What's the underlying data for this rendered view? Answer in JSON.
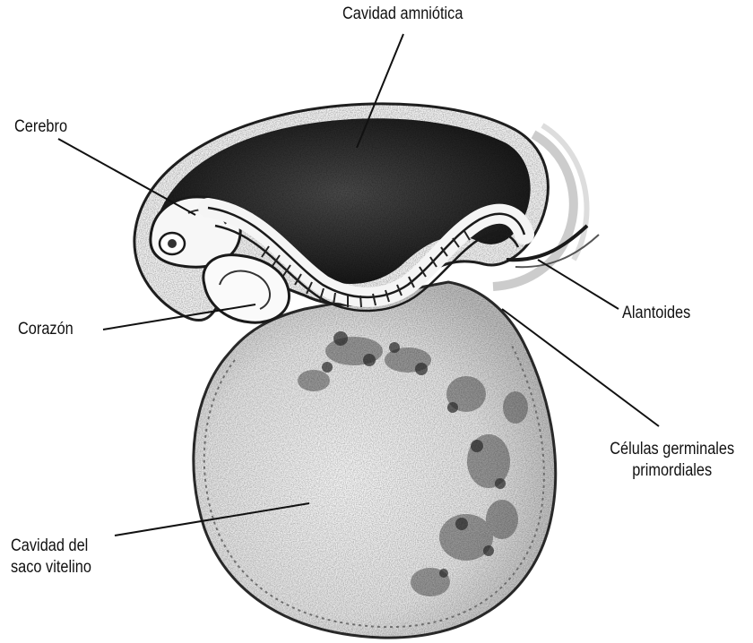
{
  "labels": {
    "amniotic_cavity": "Cavidad amniótica",
    "brain": "Cerebro",
    "heart": "Corazón",
    "allantois": "Alantoides",
    "germ_cells_line1": "Células germinales",
    "germ_cells_line2": "primordiales",
    "yolk_sac_line1": "Cavidad del",
    "yolk_sac_line2": "saco vitelino"
  },
  "colors": {
    "ink": "#111111",
    "background": "#ffffff",
    "cavity_dark": "#1c1c1c",
    "yolk_light": "#e9e9e9"
  }
}
